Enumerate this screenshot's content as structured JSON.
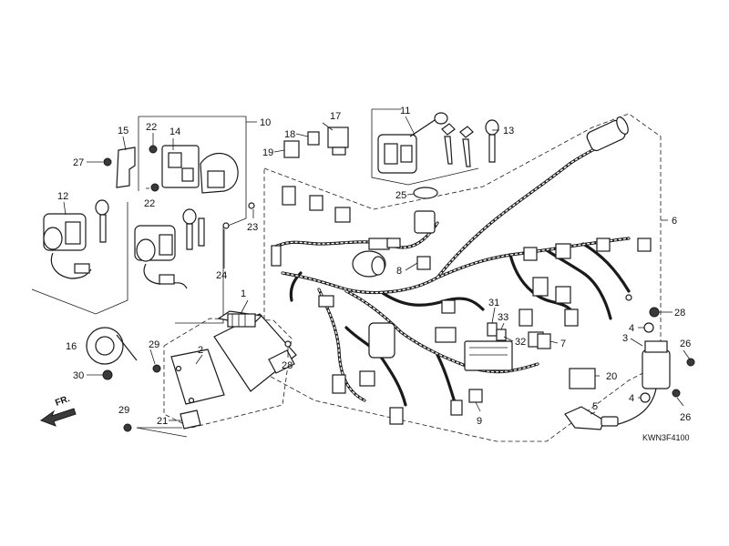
{
  "diagram": {
    "code": "KWN3F4100",
    "front_label": "FR.",
    "callouts": {
      "c1": "1",
      "c2": "2",
      "c3": "3",
      "c4a": "4",
      "c4b": "4",
      "c5": "5",
      "c6": "6",
      "c7": "7",
      "c8": "8",
      "c9": "9",
      "c10": "10",
      "c11": "11",
      "c12": "12",
      "c13": "13",
      "c14": "14",
      "c15": "15",
      "c16": "16",
      "c17": "17",
      "c18": "18",
      "c19": "19",
      "c20": "20",
      "c21": "21",
      "c22a": "22",
      "c22b": "22",
      "c23": "23",
      "c24": "24",
      "c25": "25",
      "c26a": "26",
      "c26b": "26",
      "c27": "27",
      "c28a": "28",
      "c28b": "28",
      "c29a": "29",
      "c29b": "29",
      "c30": "30",
      "c31": "31",
      "c32": "32",
      "c33": "33"
    }
  }
}
